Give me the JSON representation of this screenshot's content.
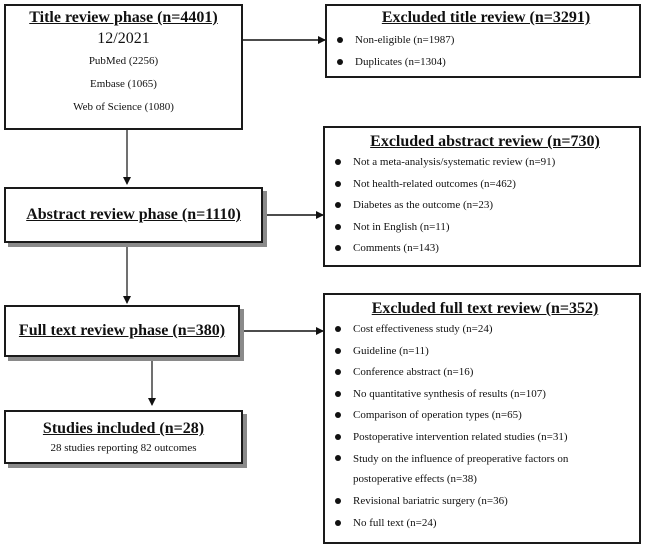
{
  "phases": {
    "title_review": {
      "heading": "Title review phase (n=4401)",
      "date": "12/2021",
      "sources": [
        "PubMed (2256)",
        "Embase (1065)",
        "Web of Science (1080)"
      ]
    },
    "abstract_review": {
      "heading": "Abstract review phase (n=1110)"
    },
    "full_text_review": {
      "heading": "Full text review phase (n=380)"
    },
    "included": {
      "heading": "Studies included (n=28)",
      "note": "28 studies reporting 82 outcomes"
    }
  },
  "exclusions": {
    "title": {
      "heading": "Excluded title review (n=3291)",
      "items": [
        "Non-eligible (n=1987)",
        "Duplicates (n=1304)"
      ]
    },
    "abstract": {
      "heading": "Excluded abstract review (n=730)",
      "items": [
        "Not a meta-analysis/systematic review (n=91)",
        "Not health-related outcomes (n=462)",
        "Diabetes as the outcome (n=23)",
        "Not in English (n=11)",
        "Comments (n=143)"
      ]
    },
    "full_text": {
      "heading": "Excluded full text review (n=352)",
      "items": [
        "Cost effectiveness study (n=24)",
        "Guideline (n=11)",
        "Conference abstract (n=16)",
        "No quantitative synthesis of results (n=107)",
        "Comparison of operation types (n=65)",
        "Postoperative intervention related studies (n=31)",
        "Study on the influence of preoperative factors on postoperative effects (n=38)",
        "Revisional bariatric surgery (n=36)",
        "No full text (n=24)"
      ]
    }
  }
}
